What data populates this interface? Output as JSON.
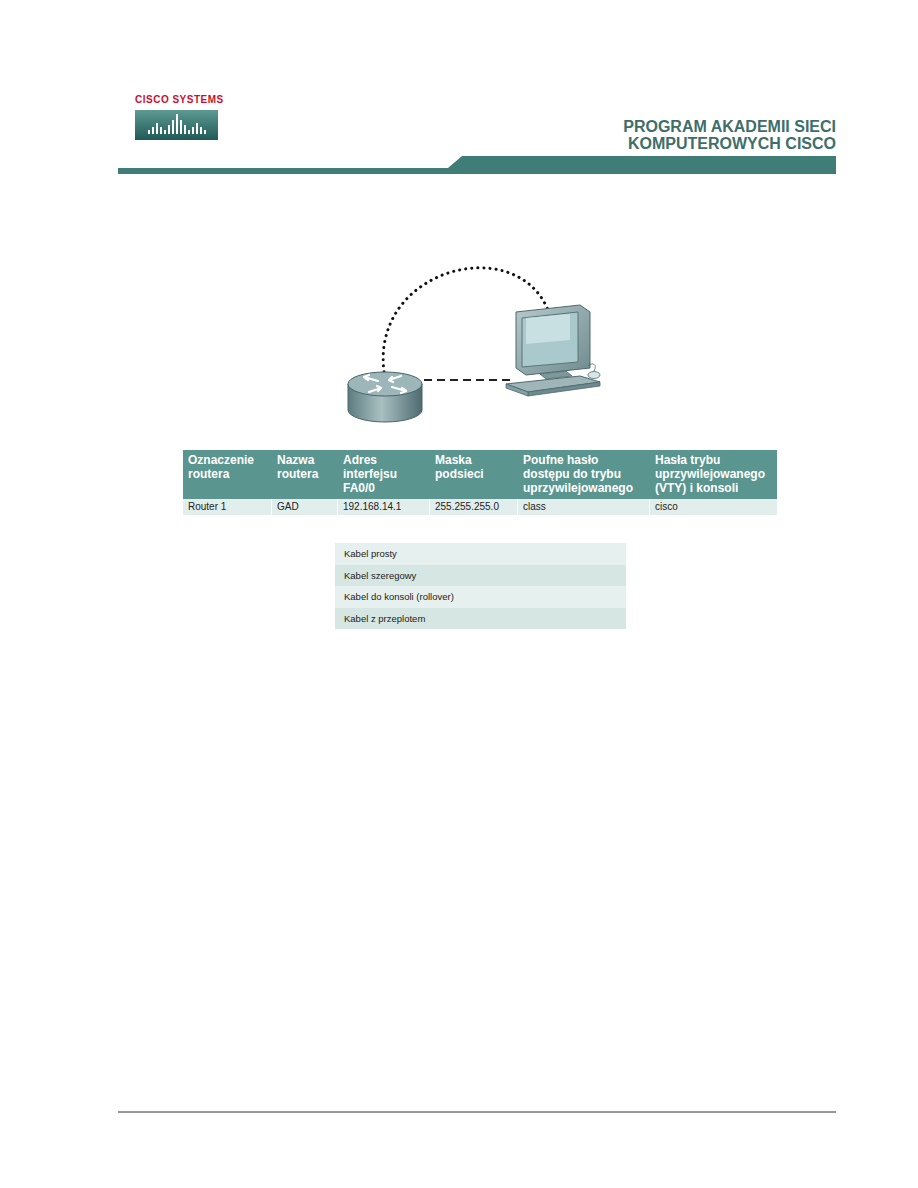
{
  "diagram": {
    "title": "PROGRAM AKADEMII SIECI KOMPUTEROWYCH CISCO",
    "labels": [
      "CISCO SYSTEMS",
      "Oznaczenie routera",
      "Nazwa routera",
      "Adres interfejsu FA0/0",
      "Maska podsieci",
      "Poufne hasło dostępu do trybu uprzywilejowanego",
      "Hasła trybu uprzywilejowanego (VTY) i konsoli",
      "Router 1",
      "GAD",
      "192.168.14.1",
      "255.255.255.0",
      "class",
      "cisco"
    ],
    "legend": [
      {
        "text": "Kabel prosty"
      },
      {
        "text": "Kabel szeregowy"
      },
      {
        "text": "Kabel do konsoli (rollover)"
      },
      {
        "text": "Kabel z przeplotem"
      }
    ]
  }
}
